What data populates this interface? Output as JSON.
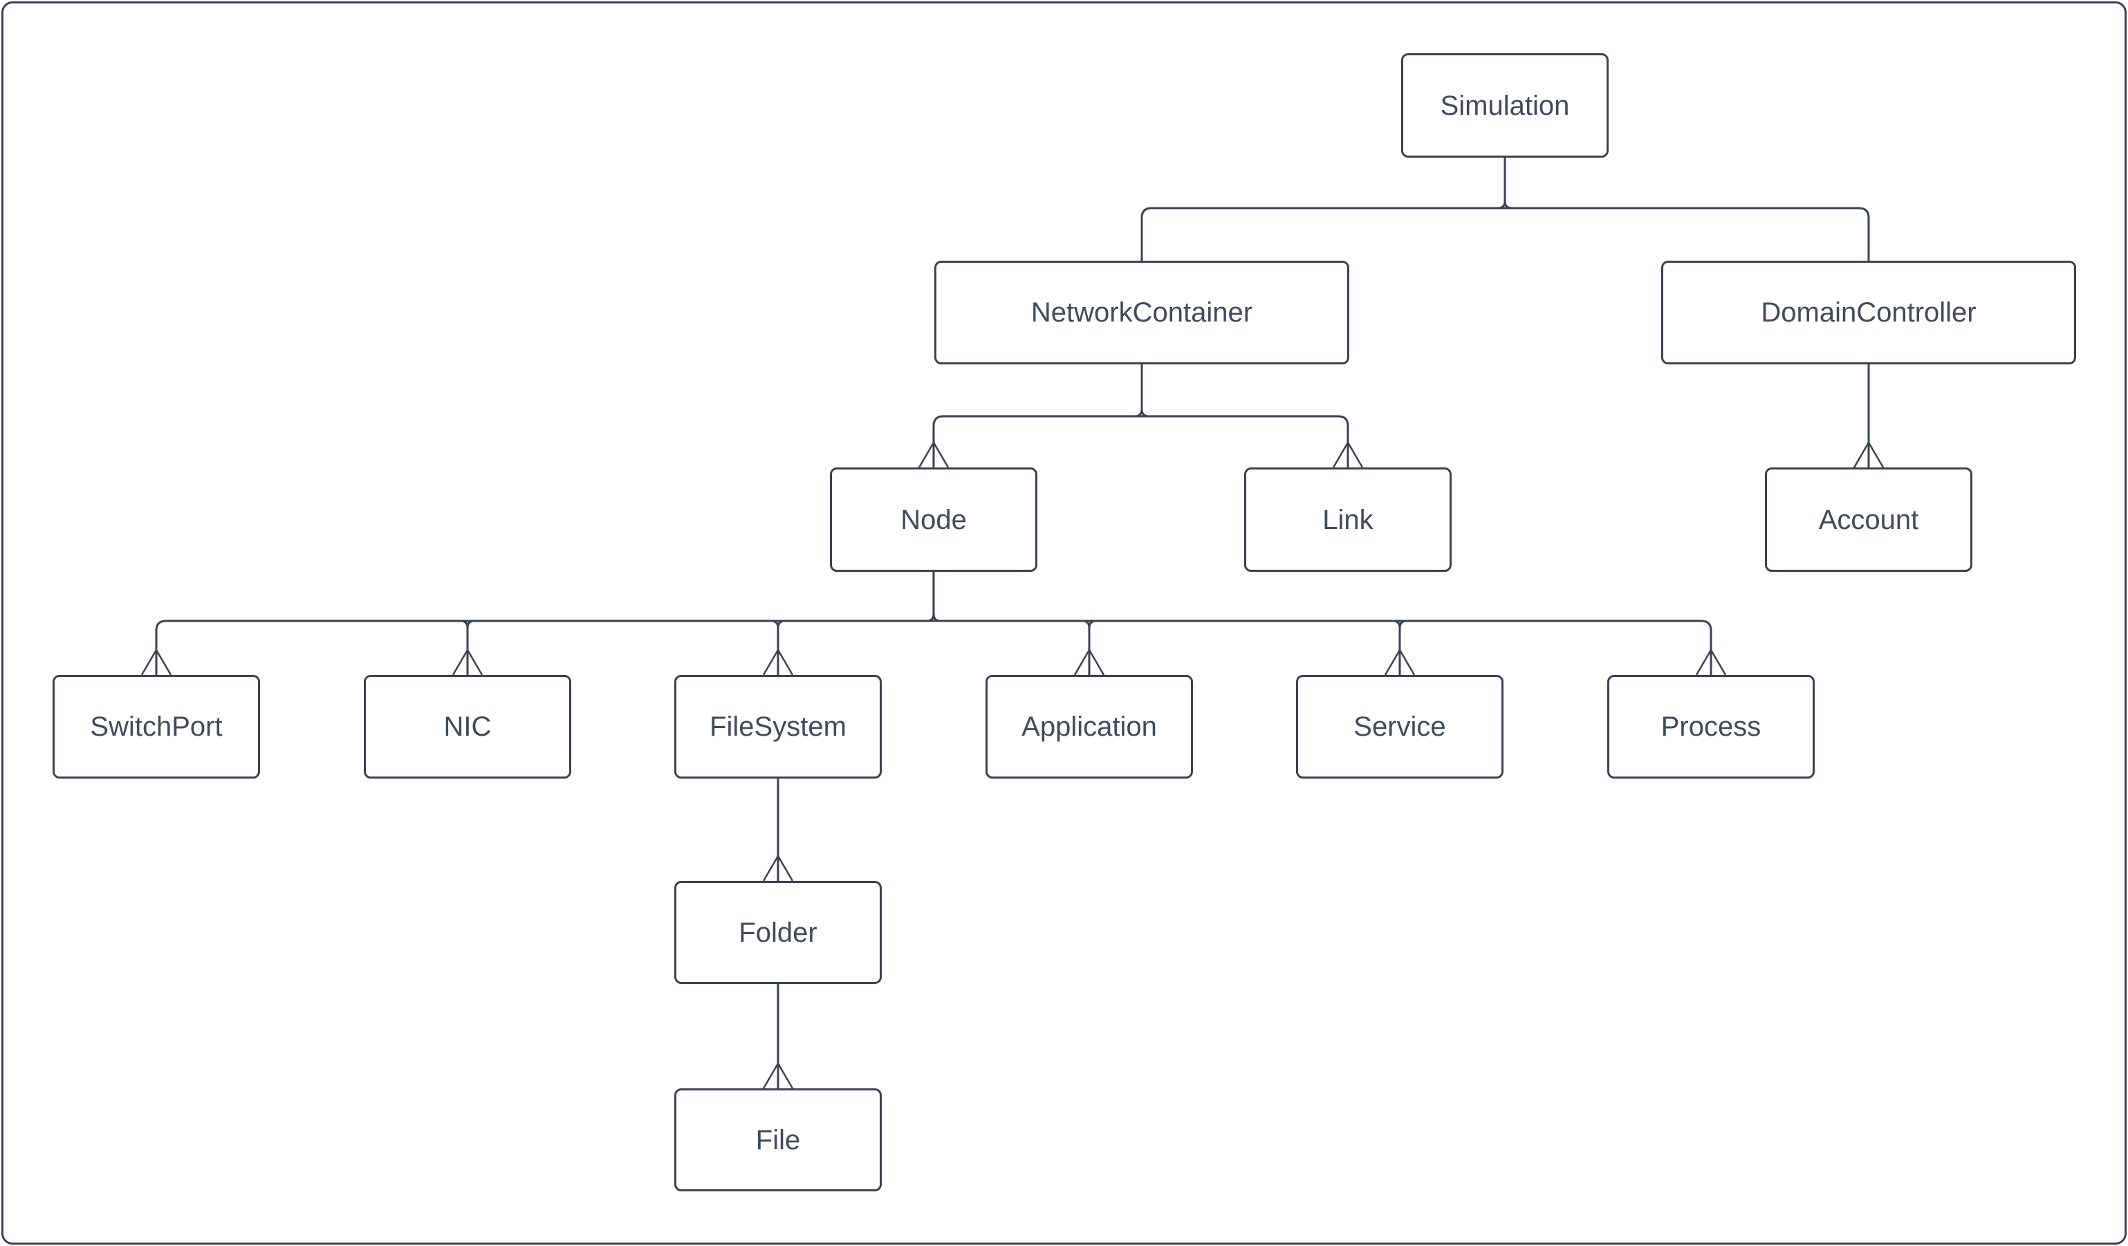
{
  "diagram": {
    "type": "hierarchy-tree",
    "description": "Class hierarchy tree of simulation entities with open-arrow (crow's foot) child connectors"
  },
  "colors": {
    "stroke": "#3a424f",
    "text": "#404b59",
    "bg": "#ffffff"
  },
  "nodes": {
    "simulation": {
      "label": "Simulation"
    },
    "network_container": {
      "label": "NetworkContainer"
    },
    "domain_controller": {
      "label": "DomainController"
    },
    "node": {
      "label": "Node"
    },
    "link": {
      "label": "Link"
    },
    "account": {
      "label": "Account"
    },
    "switchport": {
      "label": "SwitchPort"
    },
    "nic": {
      "label": "NIC"
    },
    "filesystem": {
      "label": "FileSystem"
    },
    "application": {
      "label": "Application"
    },
    "service": {
      "label": "Service"
    },
    "process": {
      "label": "Process"
    },
    "folder": {
      "label": "Folder"
    },
    "file": {
      "label": "File"
    }
  },
  "edges": [
    {
      "from": "Simulation",
      "to": "NetworkContainer"
    },
    {
      "from": "Simulation",
      "to": "DomainController"
    },
    {
      "from": "NetworkContainer",
      "to": "Node"
    },
    {
      "from": "NetworkContainer",
      "to": "Link"
    },
    {
      "from": "DomainController",
      "to": "Account"
    },
    {
      "from": "Node",
      "to": "SwitchPort"
    },
    {
      "from": "Node",
      "to": "NIC"
    },
    {
      "from": "Node",
      "to": "FileSystem"
    },
    {
      "from": "Node",
      "to": "Application"
    },
    {
      "from": "Node",
      "to": "Service"
    },
    {
      "from": "Node",
      "to": "Process"
    },
    {
      "from": "FileSystem",
      "to": "Folder"
    },
    {
      "from": "Folder",
      "to": "File"
    }
  ]
}
